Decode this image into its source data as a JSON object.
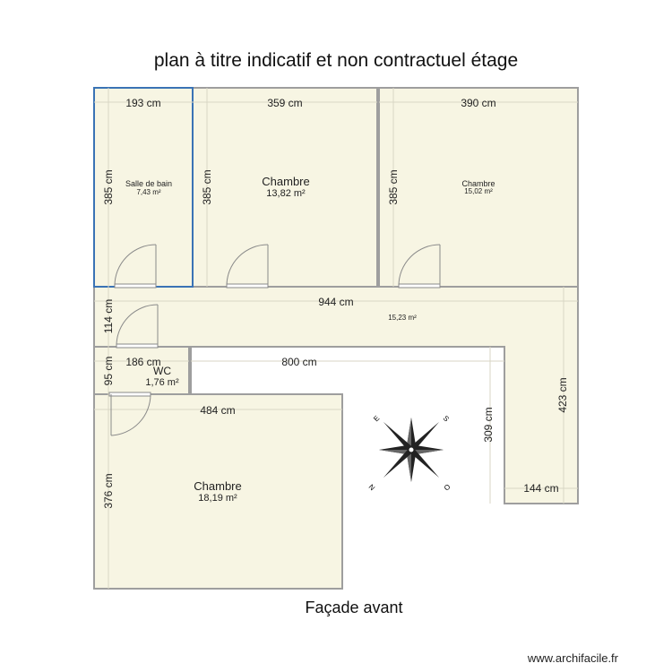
{
  "title": "plan à titre indicatif et non contractuel étage",
  "facade_label": "Façade avant",
  "footer": "www.archifacile.fr",
  "colors": {
    "floor_fill": "#f7f5e3",
    "wall": "#9e9e9e",
    "selected_room_border": "#3a73b5",
    "background": "#ffffff"
  },
  "rooms": {
    "salle_de_bain": {
      "name": "Salle de bain",
      "area": "7,43 m²",
      "width_label": "193 cm",
      "height_label": "385 cm"
    },
    "chambre_1": {
      "name": "Chambre",
      "area": "13,82 m²",
      "width_label": "359 cm",
      "height_label": "385 cm"
    },
    "chambre_2": {
      "name": "Chambre",
      "area": "15,02 m²",
      "width_label": "390 cm",
      "height_label": "385 cm"
    },
    "couloir": {
      "name": "",
      "area": "15,23 m²",
      "width_label": "944 cm",
      "height_label": "114 cm",
      "inner_width_label": "800 cm",
      "inner_height_label": "309 cm",
      "right_height_label": "423 cm",
      "bottom_width_label": "144 cm"
    },
    "wc": {
      "name": "WC",
      "area": "1,76 m²",
      "width_label": "186 cm",
      "height_label": "95 cm"
    },
    "chambre_3": {
      "name": "Chambre",
      "area": "18,19 m²",
      "width_label": "484 cm",
      "height_label": "376 cm"
    }
  },
  "compass": {
    "icon": "compass-rose-icon",
    "labels": [
      "E",
      "S",
      "N",
      "O"
    ]
  }
}
